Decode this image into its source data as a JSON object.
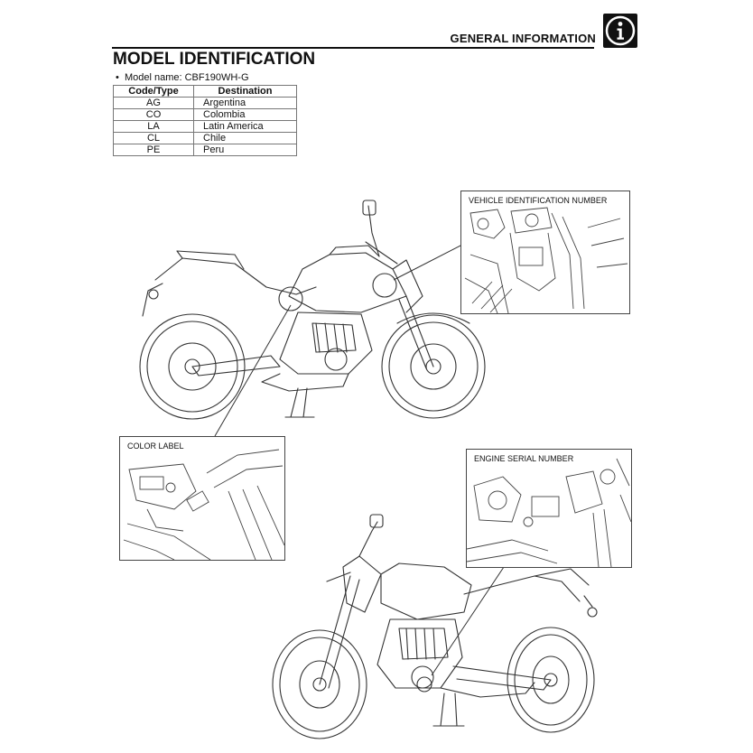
{
  "header": {
    "section": "GENERAL INFORMATION",
    "icon": "info-icon"
  },
  "title": "MODEL IDENTIFICATION",
  "model_name": "Model name: CBF190WH-G",
  "table": {
    "headers": [
      "Code/Type",
      "Destination"
    ],
    "rows": [
      {
        "code": "AG",
        "destination": "Argentina"
      },
      {
        "code": "CO",
        "destination": "Colombia"
      },
      {
        "code": "LA",
        "destination": "Latin America"
      },
      {
        "code": "CL",
        "destination": "Chile"
      },
      {
        "code": "PE",
        "destination": "Peru"
      }
    ]
  },
  "callouts": {
    "vin": "VEHICLE IDENTIFICATION NUMBER",
    "color": "COLOR LABEL",
    "engine": "ENGINE SERIAL NUMBER"
  },
  "colors": {
    "ink": "#111111",
    "line": "#555555"
  }
}
